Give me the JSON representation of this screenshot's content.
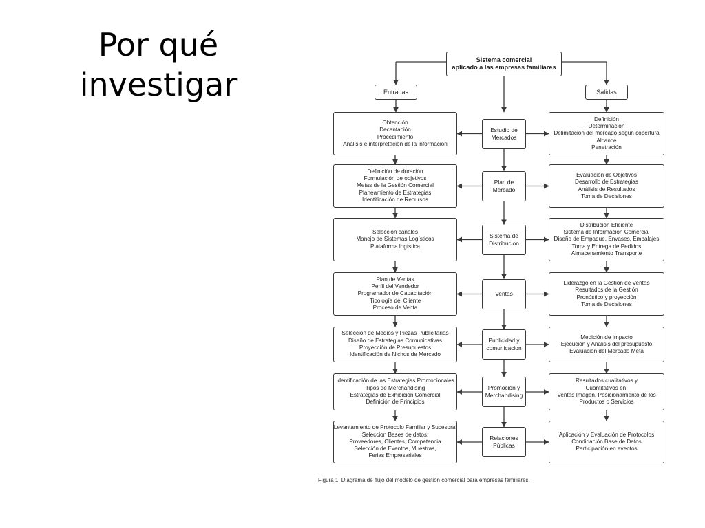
{
  "slide": {
    "title_lines": [
      "Por qué",
      "investigar"
    ]
  },
  "diagram": {
    "header": [
      "Sistema comercial",
      "aplicado a las empresas familiares"
    ],
    "entradas_label": "Entradas",
    "salidas_label": "Salidas",
    "rows": [
      {
        "left": [
          "Obtención",
          "Decantación",
          "Procedimiento",
          "Análisis e interpretación de la información"
        ],
        "center": [
          "Estudio de",
          "Mercados"
        ],
        "right": [
          "Definición",
          "Determinación",
          "Delimitación del mercado según cobertura",
          "Alcance",
          "Penetración"
        ]
      },
      {
        "left": [
          "Definición de duración",
          "Formulación de objetivos",
          "Metas de la Gestión Comercial",
          "Planeamiento de Estrategias",
          "Identificación de Recursos"
        ],
        "center": [
          "Plan de",
          "Mercado"
        ],
        "right": [
          "Evaluación de Objetivos",
          "Desarrollo de Estrategias",
          "Análisis de Resultados",
          "Toma de Decisiones"
        ]
      },
      {
        "left": [
          "Selección canales",
          "Manejo de Sistemas Logísticos",
          "Plataforma logística"
        ],
        "center": [
          "Sistema de",
          "Distribucion"
        ],
        "right": [
          "Distribución Eficiente",
          "Sistema de Información Comercial",
          "Diseño de Empaque, Envases, Embalajes",
          "Toma y Entrega de Pedidos",
          "Almacenamiento Transporte"
        ]
      },
      {
        "left": [
          "Plan de Ventas",
          "Perfil del Vendedor",
          "Programador de Capacitación",
          "Tipología del Cliente",
          "Proceso de Venta"
        ],
        "center": [
          "Ventas"
        ],
        "right": [
          "Liderazgo en la Gestión de Ventas",
          "Resultados de la Gestión",
          "Pronóstico y proyección",
          "Toma de Decisiones"
        ]
      },
      {
        "left": [
          "Selección de Medios y Piezas Publicitarias",
          "Diseño de Estrategias Comunicativas",
          "Proyección de Presupuestos",
          "Identificación de Nichos de Mercado"
        ],
        "center": [
          "Publicidad y",
          "comunicacion"
        ],
        "right": [
          "Medición de Impacto",
          "Ejecución y Análisis del presupuesto",
          "Evaluación del Mercado Meta"
        ]
      },
      {
        "left": [
          "Identificación de las Estrategias Promocionales",
          "Tipos de Merchandising",
          "Estrategias de Exhibición Comercial",
          "Definición de Principios"
        ],
        "center": [
          "Promoción y",
          "Merchandising"
        ],
        "right": [
          "Resultados cualitativos y",
          "Cuantitativos en:",
          "Ventas Imagen, Posicionamiento de los",
          "Productos o Servicios"
        ]
      },
      {
        "left": [
          "Levantamiento de Protocolo Familiar y Sucesoral",
          "Seleccion Bases de datos:",
          "Proveedores, Clientes, Competencia",
          "Selección de Eventos, Muestras,",
          "Ferias Empresariales"
        ],
        "center": [
          "Relaciones",
          "Públicas"
        ],
        "right": [
          "Aplicación y Evaluación de Protocolos",
          "Condidación Base de Datos",
          "Participación en eventos"
        ]
      }
    ],
    "caption": "Figura 1. Diagrama de flujo del modelo de gestión comercial para empresas familiares.",
    "line_color": "#3a3a3a"
  }
}
